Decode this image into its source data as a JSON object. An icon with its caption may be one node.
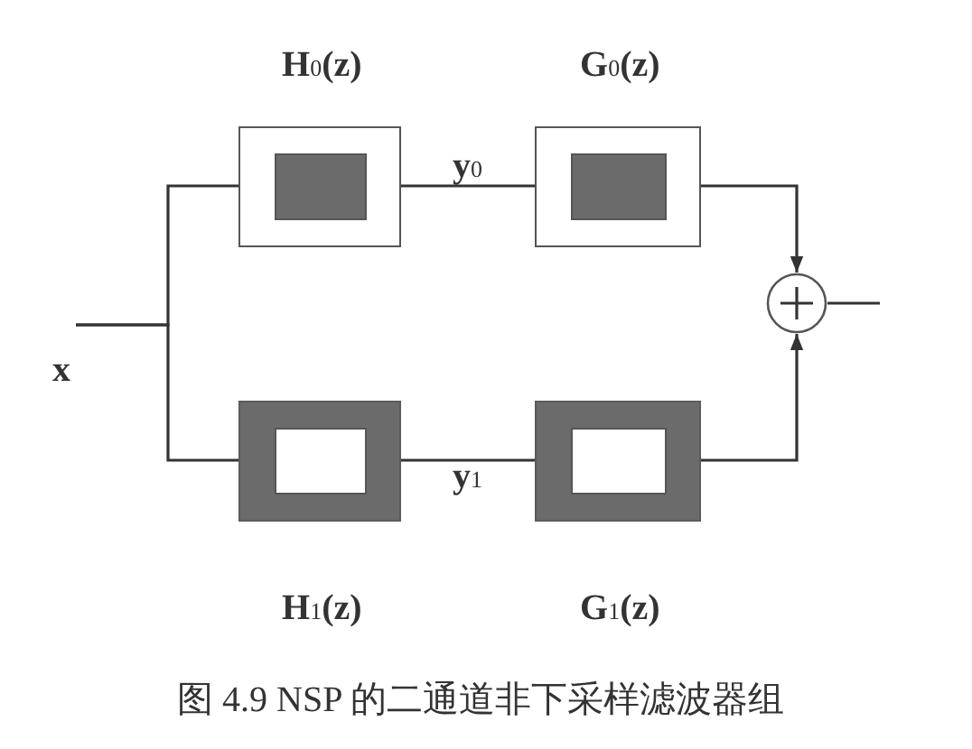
{
  "diagram": {
    "caption": "图 4.9 NSP 的二通道非下采样滤波器组",
    "nodes": [
      {
        "text": [
          "x"
        ]
      },
      {
        "text": [
          "H$_{0}$(z)"
        ]
      },
      {
        "text": [
          "G$_{0}$(z)"
        ]
      },
      {
        "text": [
          "H$_{1}$(z)"
        ]
      },
      {
        "text": [
          "G$_{1}$(z)"
        ]
      },
      {
        "text": [],
        "shape": "circle"
      }
    ],
    "edges": [
      {
        "from": 0,
        "to": 1,
        "arrow": "none"
      },
      {
        "from": 0,
        "to": 3,
        "arrow": "none"
      },
      {
        "from": 1,
        "to": 2,
        "arrow": "none",
        "label": "y$_{0}$"
      },
      {
        "from": 3,
        "to": 4,
        "arrow": "none",
        "label": "y$_{1}$"
      },
      {
        "from": 2,
        "to": 5,
        "arrow": "to"
      },
      {
        "from": 4,
        "to": 5,
        "arrow": "to"
      },
      {
        "from": 5,
        "to": null,
        "arrow": "none"
      }
    ]
  }
}
